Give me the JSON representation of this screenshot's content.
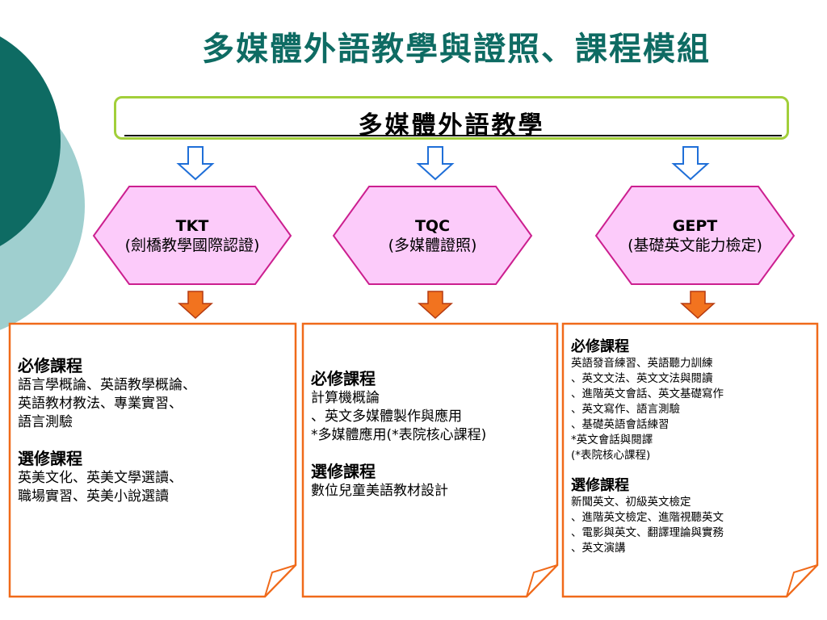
{
  "title": "多媒體外語教學與證照、課程模組",
  "banner": "多媒體外語教學",
  "colors": {
    "title": "#0e6b63",
    "banner_border": "#a2cf3a",
    "hexagon_fill": "#fccbfa",
    "hexagon_border": "#cc1f8f",
    "box_border": "#f06a1a",
    "arrow_blue": "#1f6fd8",
    "arrow_orange": "#f2731f"
  },
  "certs": [
    {
      "code": "TKT",
      "name": "(劍橋教學國際認證)"
    },
    {
      "code": "TQC",
      "name": "(多媒體證照)"
    },
    {
      "code": "GEPT",
      "name": "(基礎英文能力檢定)"
    }
  ],
  "boxes": [
    {
      "required_title": "必修課程",
      "required_lines": [
        "語言學概論、英語教學概論、",
        "英語教材教法、專業實習、",
        "語言測驗"
      ],
      "elective_title": "選修課程",
      "elective_lines": [
        "英美文化、英美文學選讀、",
        "職場實習、英美小說選讀"
      ]
    },
    {
      "required_title": "必修課程",
      "required_lines": [
        "計算機概論",
        "、英文多媒體製作與應用",
        "*多媒體應用(*表院核心課程)"
      ],
      "elective_title": "選修課程",
      "elective_lines": [
        "數位兒童美語教材設計"
      ]
    },
    {
      "required_title": "必修課程",
      "required_lines": [
        "英語發音練習、英語聽力訓練",
        "、英文文法、英文文法與閱讀",
        "、進階英文會話、英文基礎寫作",
        "、英文寫作、語言測驗",
        "、基礎英語會話練習",
        "*英文會話與閱譯",
        "(*表院核心課程)"
      ],
      "elective_title": "選修課程",
      "elective_lines": [
        "新聞英文、初級英文檢定",
        "、進階英文檢定、進階視聽英文",
        "、電影與英文、翻譯理論與實務",
        "、英文演講"
      ]
    }
  ]
}
